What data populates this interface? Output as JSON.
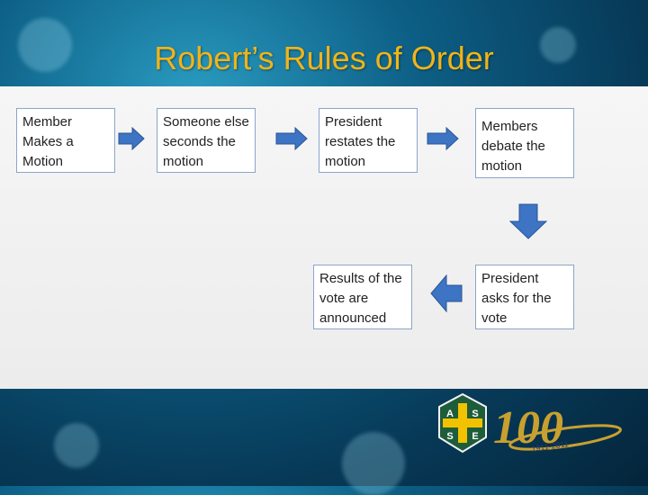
{
  "title": "Robert’s Rules of Order",
  "steps": [
    {
      "label": "Member Makes a Motion"
    },
    {
      "label": "Someone else seconds the motion"
    },
    {
      "label": "President restates the motion"
    },
    {
      "label": "Members debate the motion"
    },
    {
      "label": "President asks for the vote"
    },
    {
      "label": "Results of the vote are announced"
    }
  ],
  "logo": {
    "badge_letters": [
      "A",
      "S",
      "S",
      "E"
    ],
    "years_text": "1911-2011",
    "number": "100",
    "colors": {
      "badge": "#1e5d3a",
      "cross": "#f2c200",
      "gold": "#c9a030"
    }
  },
  "colors": {
    "title": "#f0b418",
    "arrow_fill": "#3d74c4",
    "box_border": "#8aa6c8"
  }
}
